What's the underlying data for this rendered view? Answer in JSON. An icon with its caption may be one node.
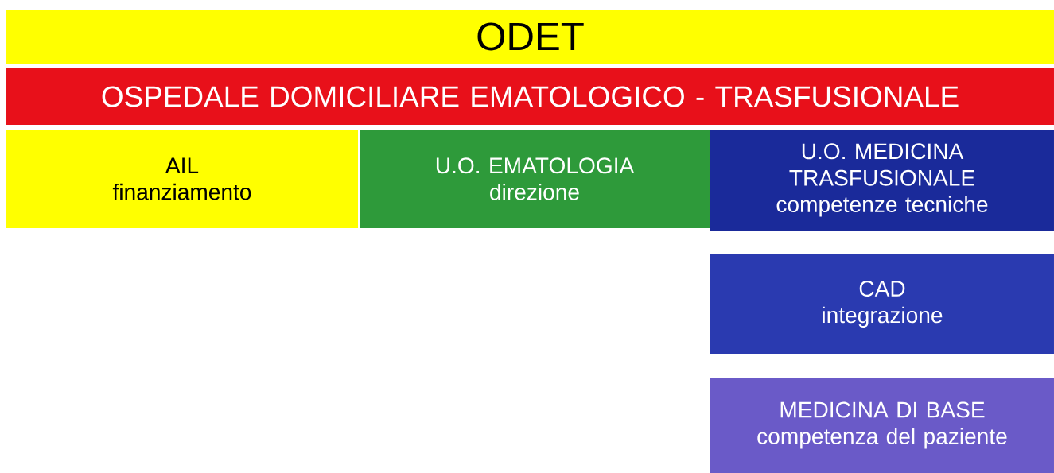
{
  "diagram": {
    "nodes": [
      {
        "text": [
          "ODET"
        ]
      },
      {
        "text": [
          "OSPEDALE DOMICILIARE EMATOLOGICO - TRASFUSIONALE"
        ]
      },
      {
        "text": [
          "AIL",
          "finanziamento"
        ]
      },
      {
        "text": [
          "U.O. EMATOLOGIA",
          "direzione"
        ]
      },
      {
        "text": [
          "U.O. MEDICINA TRASFUSIONALE",
          "competenze tecniche"
        ]
      },
      {
        "text": [
          "CAD",
          "integrazione"
        ]
      },
      {
        "text": [
          "MEDICINA DI BASE",
          "competenza del paziente"
        ]
      }
    ]
  }
}
